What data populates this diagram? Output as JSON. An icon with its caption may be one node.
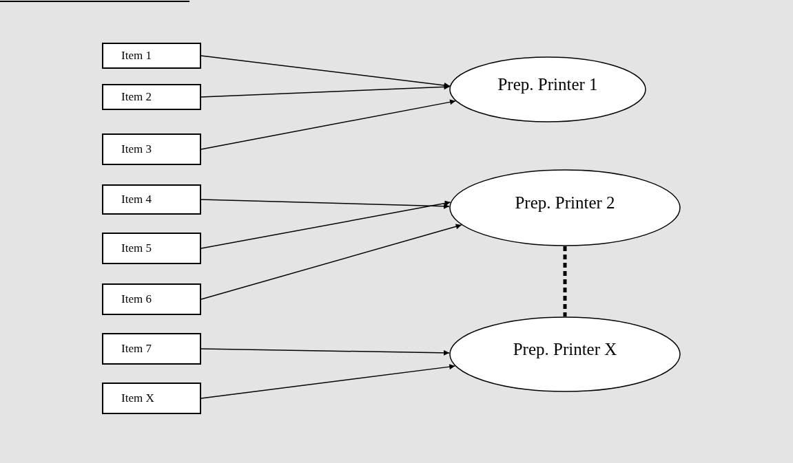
{
  "diagram": {
    "nodes": [
      {
        "text": [
          "Item 1"
        ]
      },
      {
        "text": [
          "Item 2"
        ]
      },
      {
        "text": [
          "Item 3"
        ]
      },
      {
        "text": [
          "Item 4"
        ]
      },
      {
        "text": [
          "Item 5"
        ]
      },
      {
        "text": [
          "Item 6"
        ]
      },
      {
        "text": [
          "Item 7"
        ]
      },
      {
        "text": [
          "Item X"
        ]
      },
      {
        "text": [
          "Prep. Printer 1"
        ]
      },
      {
        "text": [
          "Prep. Printer 2"
        ]
      },
      {
        "text": [
          "Prep. Printer X"
        ]
      }
    ],
    "edges": [
      {
        "from": 0,
        "to": 8,
        "arrow": "to"
      },
      {
        "from": 1,
        "to": 8,
        "arrow": "to"
      },
      {
        "from": 2,
        "to": 8,
        "arrow": "to"
      },
      {
        "from": 3,
        "to": 9,
        "arrow": "to"
      },
      {
        "from": 4,
        "to": 9,
        "arrow": "to"
      },
      {
        "from": 5,
        "to": 9,
        "arrow": "to"
      },
      {
        "from": 6,
        "to": 10,
        "arrow": "to"
      },
      {
        "from": 7,
        "to": 10,
        "arrow": "to"
      },
      {
        "from": 9,
        "to": 10,
        "arrow": "none",
        "style": "dashed"
      }
    ]
  }
}
